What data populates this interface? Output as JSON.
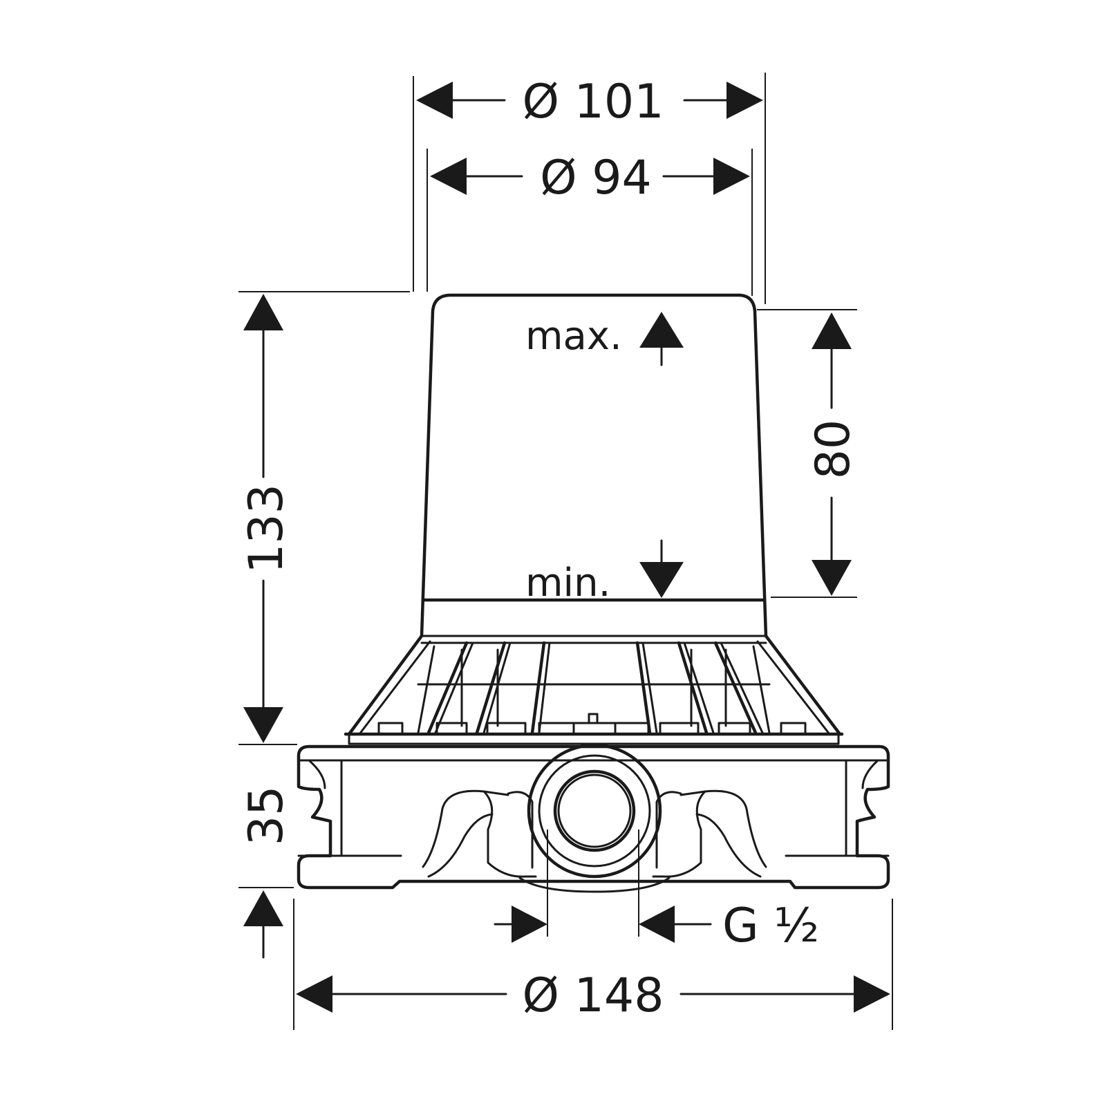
{
  "drawing": {
    "dimensions": {
      "outer_top_diameter": "Ø 101",
      "inner_top_diameter": "Ø 94",
      "total_height": "133",
      "adjust_range": "80",
      "base_height": "35",
      "thread_size": "G ½",
      "base_diameter": "Ø 148"
    },
    "markers": {
      "max": "max.",
      "min": "min."
    }
  }
}
